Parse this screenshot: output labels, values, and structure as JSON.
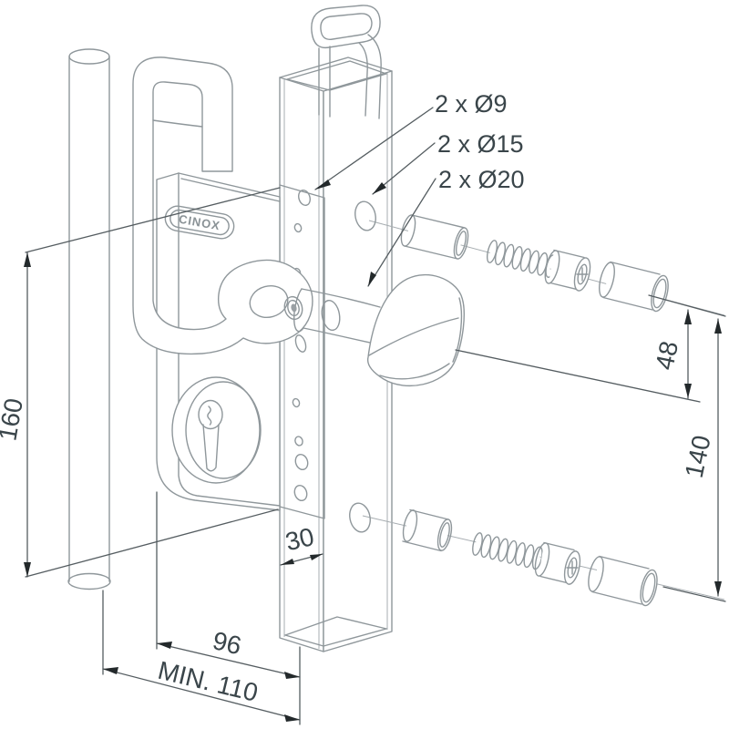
{
  "badge": {
    "text": "CINOX"
  },
  "callouts": {
    "d9": "2 x Ø9",
    "d15": "2 x Ø15",
    "d20": "2 x Ø20"
  },
  "dimensions": {
    "case_height": "160",
    "offset_48": "48",
    "hole_spacing_140": "140",
    "post_face_30": "30",
    "depth_96": "96",
    "min_width": "MIN. 110"
  },
  "colors": {
    "object_line": "#8f979b",
    "dimension_line": "#555d61",
    "text": "#3a454a",
    "arrow": "#23292b",
    "background": "#ffffff"
  }
}
